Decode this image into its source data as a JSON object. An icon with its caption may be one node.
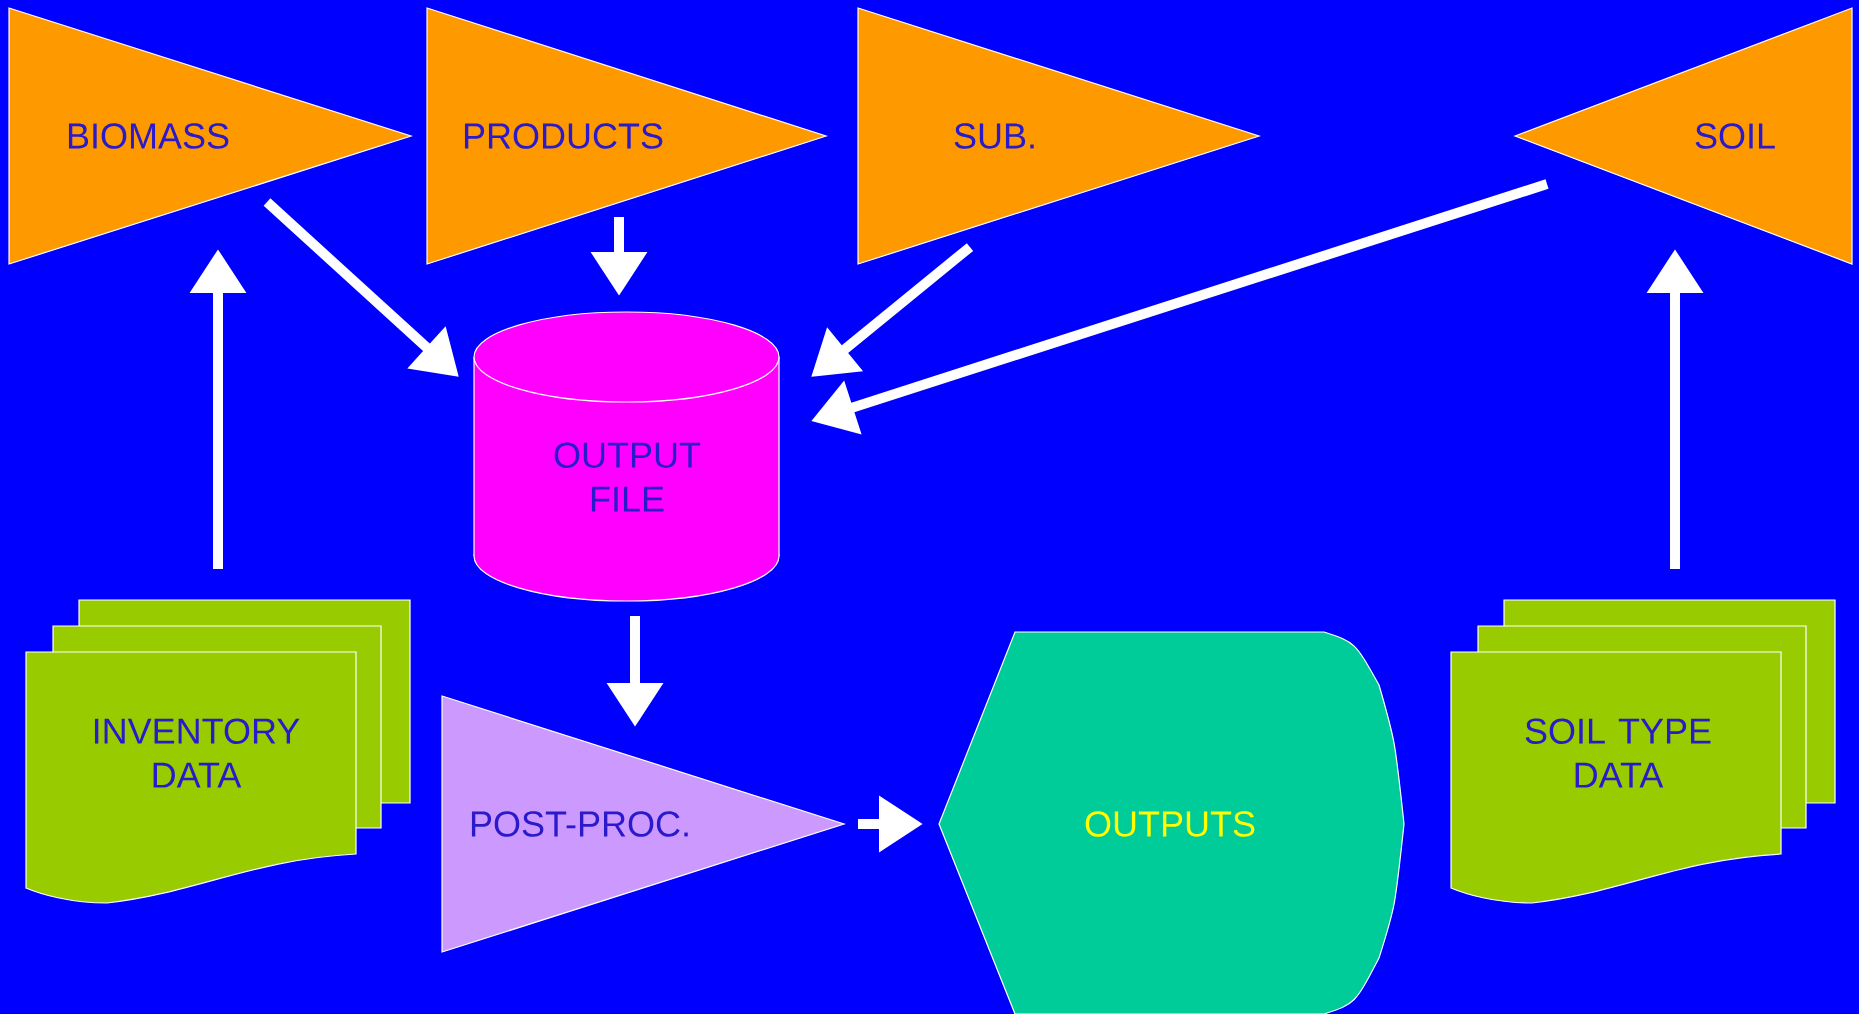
{
  "diagram": {
    "nodes": [
      {
        "text": [
          "BIOMASS"
        ]
      },
      {
        "text": [
          "PRODUCTS"
        ]
      },
      {
        "text": [
          "SUB."
        ]
      },
      {
        "text": [
          "SOIL"
        ]
      },
      {
        "text": [
          "OUTPUT FILE"
        ]
      },
      {
        "text": [
          "INVENTORY DATA"
        ]
      },
      {
        "text": [
          "POST-PROC."
        ]
      },
      {
        "text": [
          "OUTPUTS"
        ]
      },
      {
        "text": [
          "SOIL TYPE DATA"
        ]
      }
    ],
    "edges": [
      {
        "from": 0,
        "to": 4,
        "arrow": "to"
      },
      {
        "from": 1,
        "to": 4,
        "arrow": "to"
      },
      {
        "from": 2,
        "to": 4,
        "arrow": "to"
      },
      {
        "from": 3,
        "to": 4,
        "arrow": "to"
      },
      {
        "from": 5,
        "to": 0,
        "arrow": "to"
      },
      {
        "from": 8,
        "to": 3,
        "arrow": "to"
      },
      {
        "from": 4,
        "to": 6,
        "arrow": "to"
      },
      {
        "from": 6,
        "to": 7,
        "arrow": "to"
      }
    ]
  }
}
